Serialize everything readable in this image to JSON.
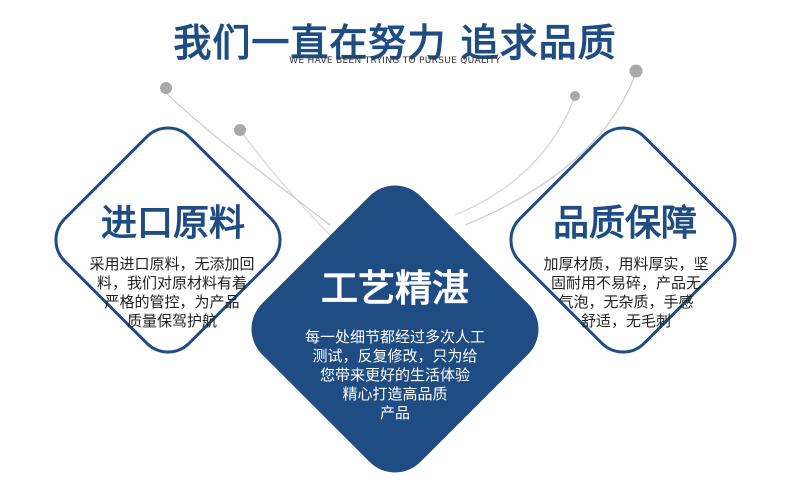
{
  "header": {
    "title": "我们一直在努力 追求品质",
    "subtitle": "WE HAVE BEEN TRYING TO PURSUE QUALITY"
  },
  "features": {
    "left": {
      "title": "进口原料",
      "lines": [
        "采用进口原料，无添加回",
        "料，我们对原材料有着",
        "严格的管控，为产品",
        "质量保驾护航"
      ]
    },
    "center": {
      "title": "工艺精湛",
      "lines": [
        "每一处细节都经过多次人工",
        "测试，反复修改，只为给",
        "您带来更好的生活体验",
        "精心打造高品质",
        "产品"
      ]
    },
    "right": {
      "title": "品质保障",
      "lines": [
        "加厚材质，用料厚实，坚",
        "固耐用不易碎，产品无",
        "气泡，无杂质，手感",
        "舒适，无毛刺"
      ]
    }
  },
  "colors": {
    "primary_blue": "#1f4d83",
    "decor_gray": "#a9a9a9"
  }
}
